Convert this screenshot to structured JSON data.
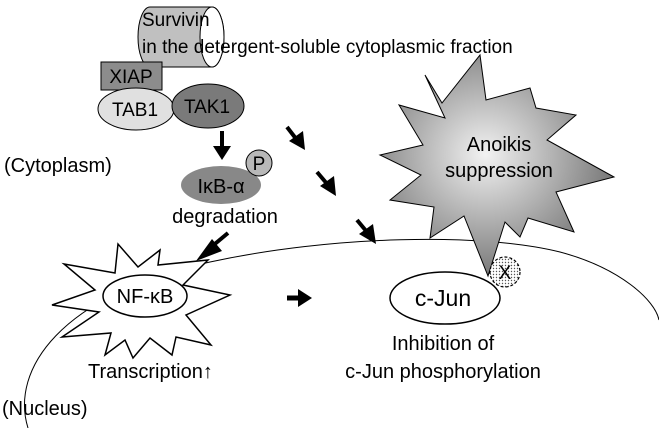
{
  "labels": {
    "survivin": "Survivin",
    "fraction": "in the detergent-soluble cytoplasmic fraction",
    "xiap": "XIAP",
    "tab1": "TAB1",
    "tak1": "TAK1",
    "cytoplasm": "(Cytoplasm)",
    "phospho": "P",
    "ikba": "IκB-α",
    "degradation": "degradation",
    "anoikis_line1": "Anoikis",
    "anoikis_line2": "suppression",
    "nfkb": "NF-κB",
    "cjun": "c-Jun",
    "transcription": "Transcription↑",
    "inhibition_line1": "Inhibition of",
    "inhibition_line2": "c-Jun phosphorylation",
    "nucleus": "(Nucleus)",
    "inhibit_mark": "X"
  },
  "colors": {
    "survivin_fill": "#c0c0c0",
    "xiap_fill": "#8c8c8c",
    "tab1_fill": "#e0e0e0",
    "tak1_fill": "#7a7a7a",
    "ikba_fill": "#888888",
    "phospho_fill": "#b8b8b8",
    "starburst_dark": "#6e6e6e",
    "starburst_light": "#f2f2f2",
    "line": "#000000"
  }
}
